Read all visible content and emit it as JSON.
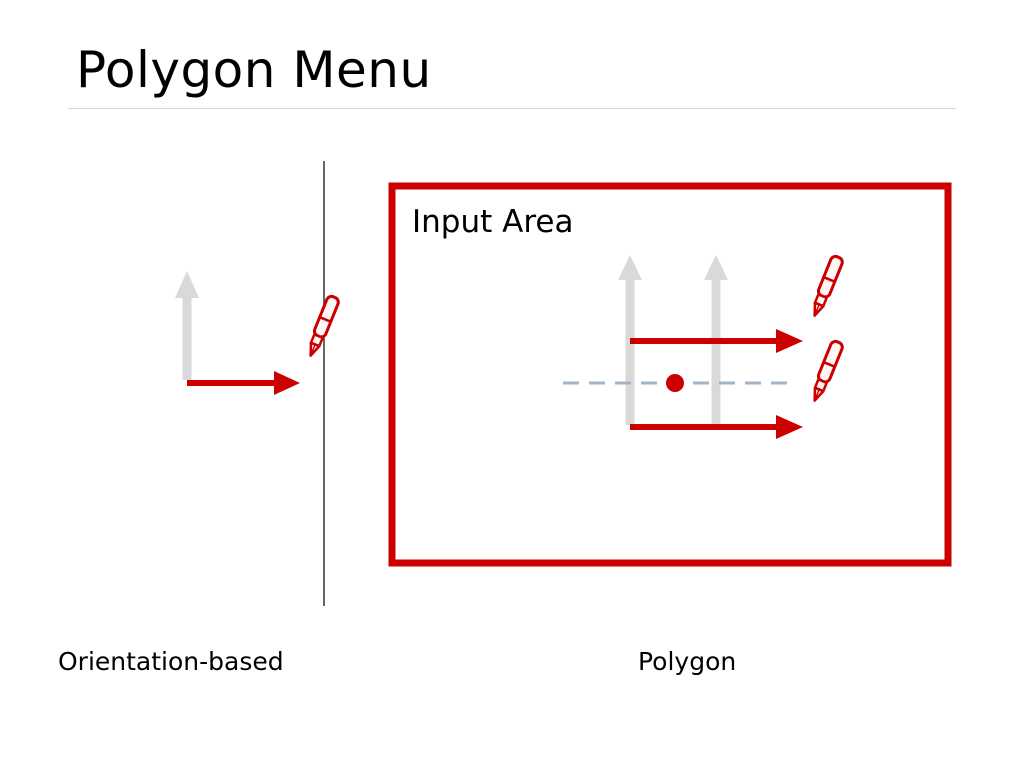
{
  "slide": {
    "title": "Polygon Menu"
  },
  "orientation_panel": {
    "caption": "Orientation-based",
    "pen_icon": "pen-icon"
  },
  "polygon_panel": {
    "caption": "Polygon",
    "input_area_label": "Input Area",
    "pen_icon": "pen-icon"
  },
  "colors": {
    "accent_red": "#cc0000",
    "arrow_gray": "#d9d9d9",
    "dashed_line": "#a3b3c8",
    "divider": "#333333",
    "title_rule": "#d9d9d9"
  }
}
